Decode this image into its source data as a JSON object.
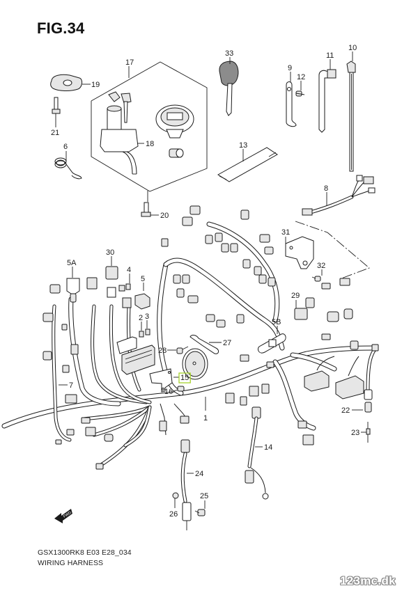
{
  "figure": {
    "title": "FIG.34",
    "model_code": "GSX1300RK8 E03 E28_034",
    "subtitle": "WIRING HARNESS",
    "watermark": "123mc.dk",
    "fwd_arrow_label": "FWD",
    "highlight_color": "#a6d22c",
    "line_color": "#1a1a1a"
  },
  "callouts": [
    {
      "id": "17",
      "label": "17",
      "part": "ignition-switch-set"
    },
    {
      "id": "18",
      "label": "18",
      "part": "ignition-switch"
    },
    {
      "id": "19",
      "label": "19",
      "part": "ignition-switch-cover"
    },
    {
      "id": "21",
      "label": "21",
      "part": "bolt"
    },
    {
      "id": "6",
      "label": "6",
      "part": "spring"
    },
    {
      "id": "20",
      "label": "20",
      "part": "bolt"
    },
    {
      "id": "33",
      "label": "33",
      "part": "key-blank"
    },
    {
      "id": "9",
      "label": "9",
      "part": "clamp"
    },
    {
      "id": "12",
      "label": "12",
      "part": "screw"
    },
    {
      "id": "11",
      "label": "11",
      "part": "clamp"
    },
    {
      "id": "10",
      "label": "10",
      "part": "cable-tie"
    },
    {
      "id": "13",
      "label": "13",
      "part": "tape"
    },
    {
      "id": "8",
      "label": "8",
      "part": "sub-harness"
    },
    {
      "id": "31",
      "label": "31",
      "part": "bracket"
    },
    {
      "id": "32",
      "label": "32",
      "part": "screw"
    },
    {
      "id": "30",
      "label": "30",
      "part": "relay"
    },
    {
      "id": "5A",
      "label": "5A",
      "part": "relay"
    },
    {
      "id": "4",
      "label": "4",
      "part": "fuse"
    },
    {
      "id": "5",
      "label": "5",
      "part": "relay"
    },
    {
      "id": "2",
      "label": "2",
      "part": "fuse"
    },
    {
      "id": "3",
      "label": "3",
      "part": "fuse"
    },
    {
      "id": "28",
      "label": "28",
      "part": "bolt"
    },
    {
      "id": "27",
      "label": "27",
      "part": "horn"
    },
    {
      "id": "15",
      "label": "15",
      "part": "bracket",
      "highlighted": true
    },
    {
      "id": "16",
      "label": "16",
      "part": "bolt"
    },
    {
      "id": "7",
      "label": "7",
      "part": "harness-branch"
    },
    {
      "id": "1",
      "label": "1",
      "part": "main-wiring-harness"
    },
    {
      "id": "29",
      "label": "29",
      "part": "relay"
    },
    {
      "id": "5B",
      "label": "5B",
      "part": "relay-cover"
    },
    {
      "id": "22",
      "label": "22",
      "part": "switch"
    },
    {
      "id": "23",
      "label": "23",
      "part": "wire"
    },
    {
      "id": "14",
      "label": "14",
      "part": "sub-harness"
    },
    {
      "id": "24",
      "label": "24",
      "part": "sensor-lead"
    },
    {
      "id": "25",
      "label": "25",
      "part": "bolt"
    },
    {
      "id": "26",
      "label": "26",
      "part": "washer"
    }
  ]
}
